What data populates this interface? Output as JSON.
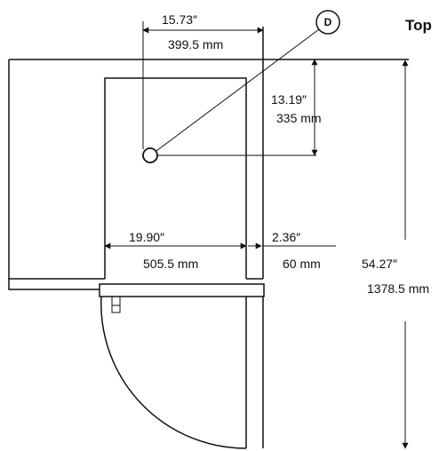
{
  "title": "Top",
  "callout": "D",
  "dimensions": {
    "pipe_from_left_in": "15.73″",
    "pipe_from_left_mm": "399.5 mm",
    "pipe_from_back_in": "13.19″",
    "pipe_from_back_mm": "335 mm",
    "cabinet_width_in": "19.90″",
    "cabinet_width_mm": "505.5 mm",
    "side_clearance_in": "2.36″",
    "side_clearance_mm": "60 mm",
    "door_open_depth_in": "54.27″",
    "door_open_depth_mm": "1378.5 mm"
  }
}
